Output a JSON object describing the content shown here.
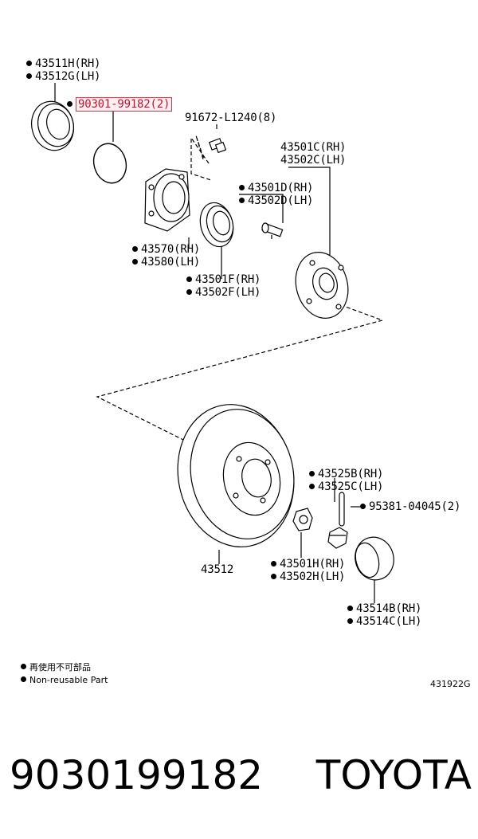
{
  "labels": {
    "p43511H": "43511H(RH)",
    "p43512G": "43512G(LH)",
    "p90301": "90301-99182(2)",
    "p91672": "91672-L1240(8)",
    "p43501C": "43501C(RH)",
    "p43502C": "43502C(LH)",
    "p43501D": "43501D(RH)",
    "p43502D": "43502D(LH)",
    "p43570": "43570(RH)",
    "p43580": "43580(LH)",
    "p43501F": "43501F(RH)",
    "p43502F": "43502F(LH)",
    "p43525B": "43525B(RH)",
    "p43525C": "43525C(LH)",
    "p95381": "95381-04045(2)",
    "p43512": "43512",
    "p43501H": "43501H(RH)",
    "p43502H": "43502H(LH)",
    "p43514B": "43514B(RH)",
    "p43514C": "43514C(LH)"
  },
  "legend": {
    "line1": "再使用不可部品",
    "line2": "Non-reusable Part"
  },
  "illustration_code": "431922G",
  "footer": {
    "part_number": "9030199182",
    "brand": "TOYOTA"
  },
  "colors": {
    "highlight": "#c8102e",
    "ink": "#000000"
  }
}
